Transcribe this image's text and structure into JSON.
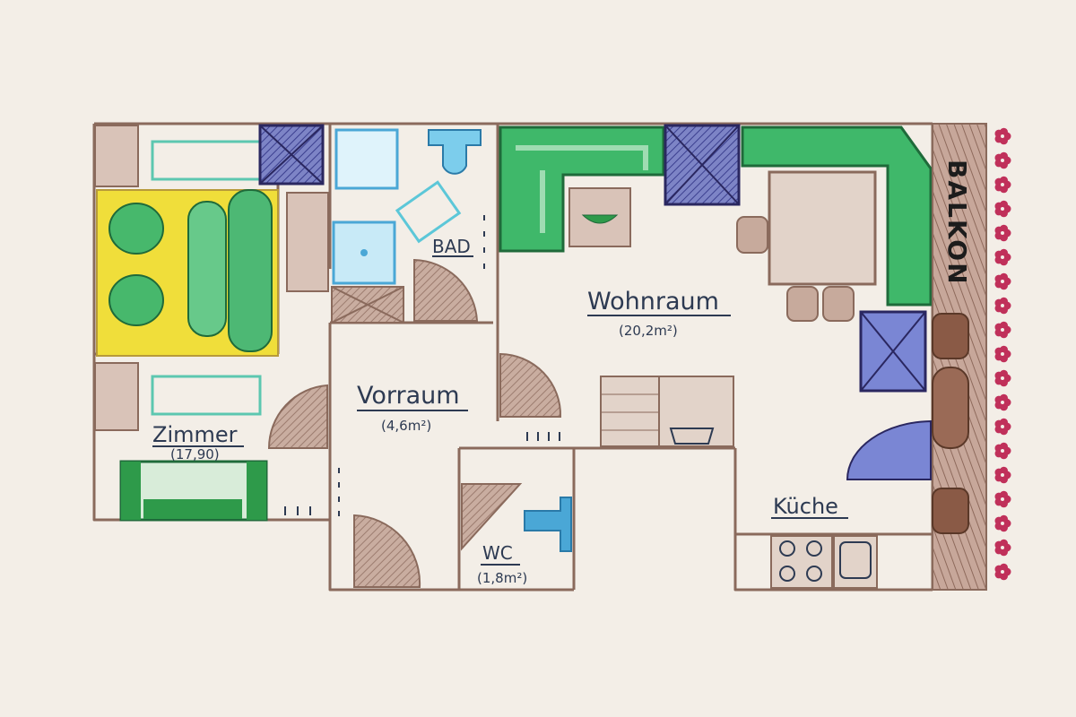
{
  "rooms": {
    "zimmer": {
      "name": "Zimmer",
      "area": "(17,90)"
    },
    "vorraum": {
      "name": "Vorraum",
      "area": "(4,6m²)"
    },
    "bad": {
      "name": "BAD"
    },
    "wohnraum": {
      "name": "Wohnraum",
      "area": "(20,2m²)"
    },
    "wc": {
      "name": "WC",
      "area": "(1,8m²)"
    },
    "kueche": {
      "name": "Küche"
    },
    "balkon": {
      "name": "BALKON"
    }
  },
  "colors": {
    "background": "#f3eee7",
    "wall": "#8a6a5c",
    "furniture": "#c7aa9c",
    "sofa_green": "#3fb86a",
    "bed_yellow": "#f0de3a",
    "water_blue": "#4aa7d6",
    "cabinet_navy": "#3a3470",
    "flower_red": "#c0305a",
    "label_ink": "#2d3a52"
  }
}
